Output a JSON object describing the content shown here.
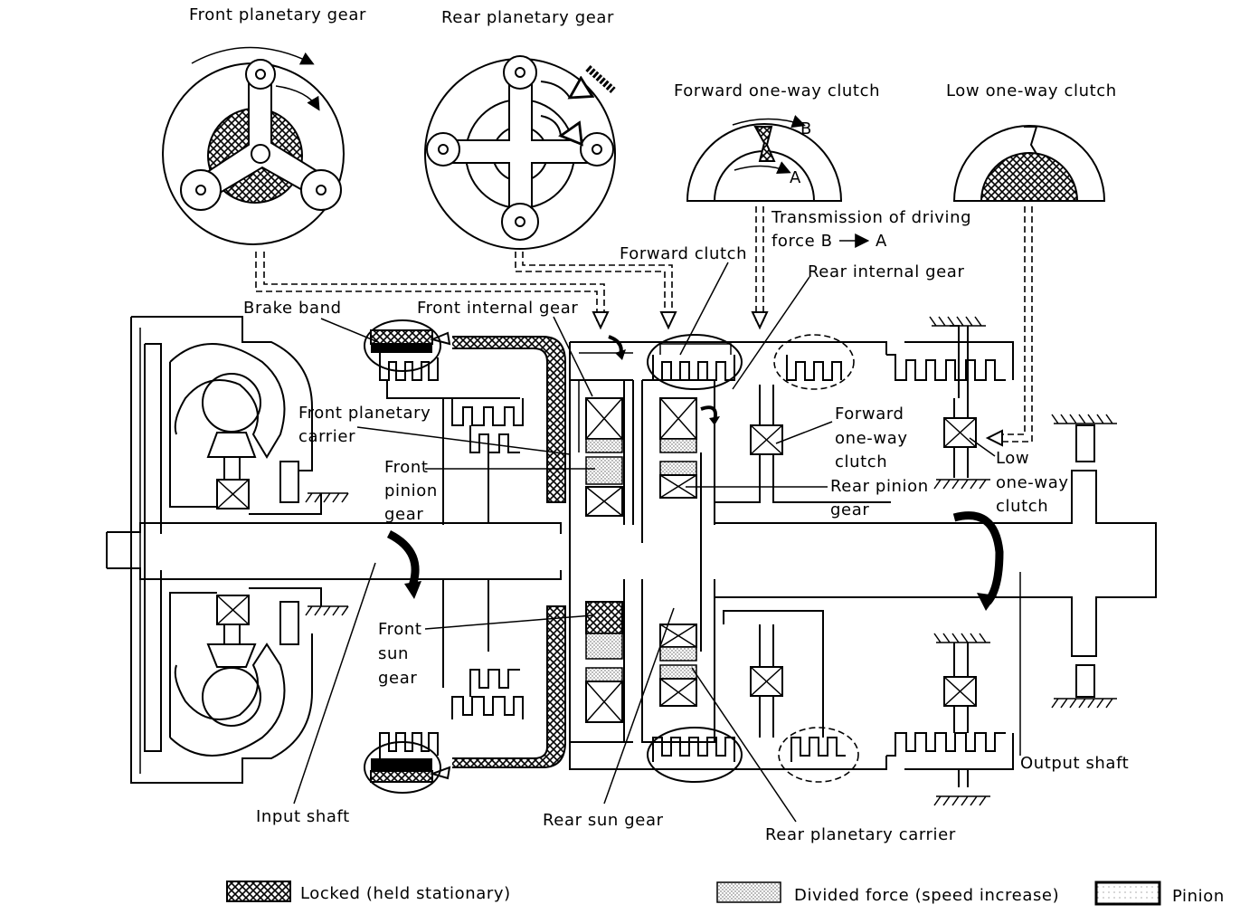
{
  "labels": {
    "front_planetary_gear": "Front planetary gear",
    "rear_planetary_gear": "Rear planetary gear",
    "forward_one_way_clutch_top": "Forward one-way clutch",
    "low_one_way_clutch_top": "Low one-way clutch",
    "marker_b": "B",
    "marker_a": "A",
    "transmission_line1": "Transmission of driving",
    "transmission_line2": "force B",
    "transmission_a": "A",
    "forward_clutch": "Forward clutch",
    "rear_internal_gear": "Rear internal gear",
    "brake_band": "Brake band",
    "front_internal_gear": "Front internal gear",
    "front_planetary_carrier_1": "Front planetary",
    "front_planetary_carrier_2": "carrier",
    "front_pinion_gear_1": "Front",
    "front_pinion_gear_2": "pinion",
    "front_pinion_gear_3": "gear",
    "forward_one_way_clutch_1": "Forward",
    "forward_one_way_clutch_2": "one-way",
    "forward_one_way_clutch_3": "clutch",
    "low_one_way_clutch_1": "Low",
    "low_one_way_clutch_2": "one-way",
    "low_one_way_clutch_3": "clutch",
    "rear_pinion_gear_1": "Rear pinion",
    "rear_pinion_gear_2": "gear",
    "front_sun_gear_1": "Front",
    "front_sun_gear_2": "sun",
    "front_sun_gear_3": "gear",
    "input_shaft": "Input shaft",
    "rear_sun_gear": "Rear sun gear",
    "rear_planetary_carrier": "Rear planetary carrier",
    "output_shaft": "Output shaft"
  },
  "legend": {
    "locked": "Locked (held stationary)",
    "divided": "Divided force (speed increase)",
    "pinion": "Pinion"
  }
}
